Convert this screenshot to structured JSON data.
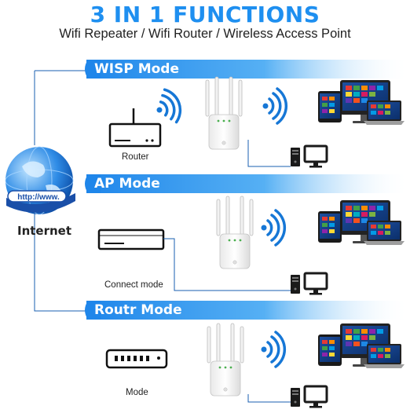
{
  "header": {
    "title": "3 IN 1 FUNCTIONS",
    "subtitle": "Wifi Repeater / Wifi Router / Wireless Access Point"
  },
  "internet": {
    "label": "Internet",
    "globe_text": "http://www."
  },
  "modes": [
    {
      "label": "WISP Mode",
      "device_label": "Router"
    },
    {
      "label": "AP Mode",
      "device_label": "Connect mode"
    },
    {
      "label": "Routr Mode",
      "device_label": "Mode"
    }
  ],
  "colors": {
    "accent": "#1e8ff0",
    "band": "#2e97ee",
    "line": "#1a5fb0"
  }
}
